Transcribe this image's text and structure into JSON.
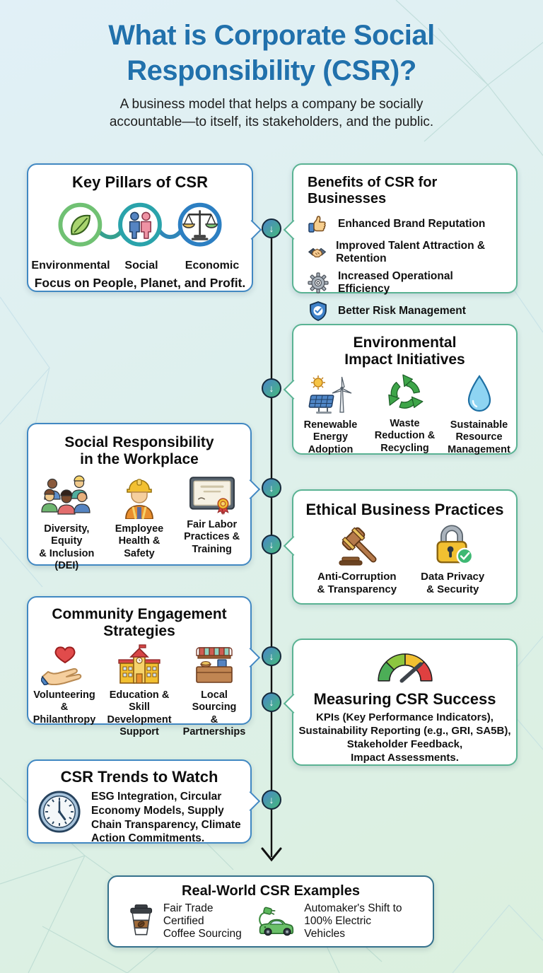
{
  "header": {
    "title": "What is Corporate Social Responsibility (CSR)?",
    "subtitle": "A business model that helps a company be socially accountable—to itself, its stakeholders, and the public."
  },
  "timeline": {
    "arrow_glyph": "↓",
    "node_count": 7
  },
  "cards": {
    "pillars": {
      "title": "Key Pillars of CSR",
      "items": [
        {
          "icon": "leaf-icon",
          "label": "Environmental"
        },
        {
          "icon": "people-icon",
          "label": "Social"
        },
        {
          "icon": "scales-icon",
          "label": "Economic"
        }
      ],
      "footer": "Focus on People, Planet, and Profit."
    },
    "benefits": {
      "title": "Benefits of CSR for Businesses",
      "items": [
        {
          "icon": "thumbs-up-icon",
          "label": "Enhanced Brand Reputation"
        },
        {
          "icon": "handshake-icon",
          "label": "Improved Talent Attraction & Retention"
        },
        {
          "icon": "gear-icon",
          "label": "Increased Operational Efficiency"
        },
        {
          "icon": "shield-check-icon",
          "label": "Better Risk Management"
        }
      ]
    },
    "environment": {
      "title": "Environmental\nImpact Initiatives",
      "items": [
        {
          "icon": "renewable-energy-icon",
          "label": "Renewable\nEnergy\nAdoption"
        },
        {
          "icon": "recycle-icon",
          "label": "Waste\nReduction &\nRecycling"
        },
        {
          "icon": "water-drop-icon",
          "label": "Sustainable\nResource\nManagement"
        }
      ]
    },
    "workplace": {
      "title": "Social Responsibility\nin the Workplace",
      "items": [
        {
          "icon": "diversity-group-icon",
          "label": "Diversity, Equity\n& Inclusion\n(DEI)"
        },
        {
          "icon": "construction-worker-icon",
          "label": "Employee\nHealth &\nSafety"
        },
        {
          "icon": "certificate-icon",
          "label": "Fair Labor\nPractices &\nTraining"
        }
      ]
    },
    "ethics": {
      "title": "Ethical Business Practices",
      "items": [
        {
          "icon": "gavel-icon",
          "label": "Anti-Corruption\n& Transparency"
        },
        {
          "icon": "padlock-check-icon",
          "label": "Data Privacy\n& Security"
        }
      ]
    },
    "community": {
      "title": "Community Engagement\nStrategies",
      "items": [
        {
          "icon": "heart-hand-icon",
          "label": "Volunteering &\nPhilanthropy"
        },
        {
          "icon": "school-icon",
          "label": "Education & Skill\nDevelopment\nSupport"
        },
        {
          "icon": "market-stall-icon",
          "label": "Local Sourcing\n& Partnerships"
        }
      ]
    },
    "measuring": {
      "icon": "gauge-icon",
      "title": "Measuring CSR Success",
      "body": "KPIs (Key Performance Indicators),\nSustainability Reporting (e.g., GRI, SA5B),\nStakeholder Feedback,\nImpact Assessments."
    },
    "trends": {
      "icon": "clock-icon",
      "title": "CSR Trends to Watch",
      "body": "ESG Integration, Circular Economy Models, Supply Chain Transparency, Climate Action Commitments."
    },
    "examples": {
      "title": "Real-World CSR Examples",
      "items": [
        {
          "icon": "coffee-cup-icon",
          "label": "Fair Trade Certified\nCoffee Sourcing"
        },
        {
          "icon": "electric-car-icon",
          "label": "Automaker's Shift to\n100% Electric Vehicles"
        }
      ]
    }
  },
  "colors": {
    "title_blue": "#2171ac",
    "card_border_blue": "#4188c2",
    "card_border_teal": "#5ab393",
    "card_border_navy": "#35718c",
    "node_gradient_start": "#4a86c8",
    "node_gradient_end": "#45b97c"
  }
}
